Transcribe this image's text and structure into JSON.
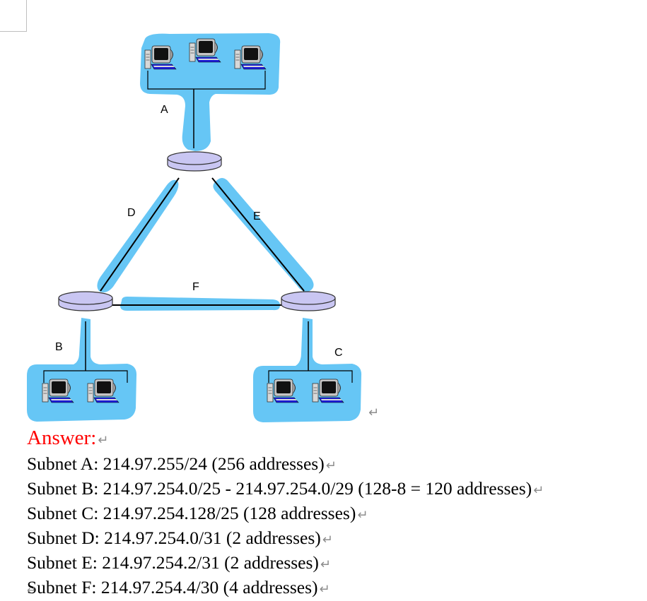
{
  "diagram": {
    "subnet_labels": {
      "A": "A",
      "B": "B",
      "C": "C",
      "D": "D",
      "E": "E",
      "F": "F"
    },
    "colors": {
      "link_fill": "#66c6f5",
      "router_fill": "#c9c6f2",
      "line": "#000000"
    },
    "icons": [
      "router-icon",
      "computer-icon"
    ]
  },
  "answer": {
    "title": "Answer:",
    "lines": [
      "Subnet A: 214.97.255/24 (256 addresses)",
      "Subnet B: 214.97.254.0/25 - 214.97.254.0/29 (128-8 = 120 addresses)",
      "Subnet C: 214.97.254.128/25 (128 addresses)",
      "Subnet D: 214.97.254.0/31 (2 addresses)",
      "Subnet E: 214.97.254.2/31 (2 addresses)",
      "Subnet F: 214.97.254.4/30 (4 addresses)"
    ]
  },
  "formatting": {
    "paragraph_mark": "↵"
  }
}
